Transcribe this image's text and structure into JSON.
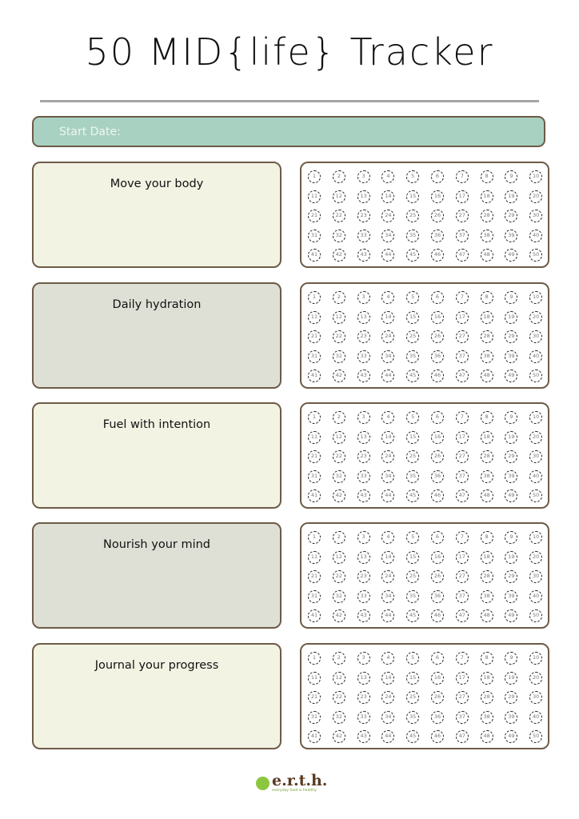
{
  "title": "50 MID{life} Tracker",
  "start_date_label": "Start Date:",
  "trackers": [
    {
      "label": "Move your body",
      "tone": "cream"
    },
    {
      "label": "Daily hydration",
      "tone": "gray"
    },
    {
      "label": "Fuel with intention",
      "tone": "cream"
    },
    {
      "label": "Nourish your mind",
      "tone": "gray"
    },
    {
      "label": "Journal your progress",
      "tone": "cream"
    }
  ],
  "day_numbers": [
    "1",
    "2",
    "3",
    "4",
    "5",
    "6",
    "7",
    "8",
    "9",
    "10",
    "11",
    "12",
    "13",
    "14",
    "15",
    "16",
    "17",
    "18",
    "19",
    "20",
    "21",
    "22",
    "23",
    "24",
    "25",
    "26",
    "27",
    "28",
    "29",
    "30",
    "31",
    "32",
    "33",
    "34",
    "35",
    "36",
    "37",
    "38",
    "39",
    "40",
    "41",
    "42",
    "43",
    "44",
    "45",
    "46",
    "47",
    "48",
    "49",
    "50"
  ],
  "logo": {
    "brand": "e.r.t.h.",
    "tagline": "everyday food is healthy"
  },
  "colors": {
    "accent": "#a8d1c1",
    "border": "#6d5b48",
    "cream": "#f2f3e2",
    "gray": "#dfe0d5"
  }
}
